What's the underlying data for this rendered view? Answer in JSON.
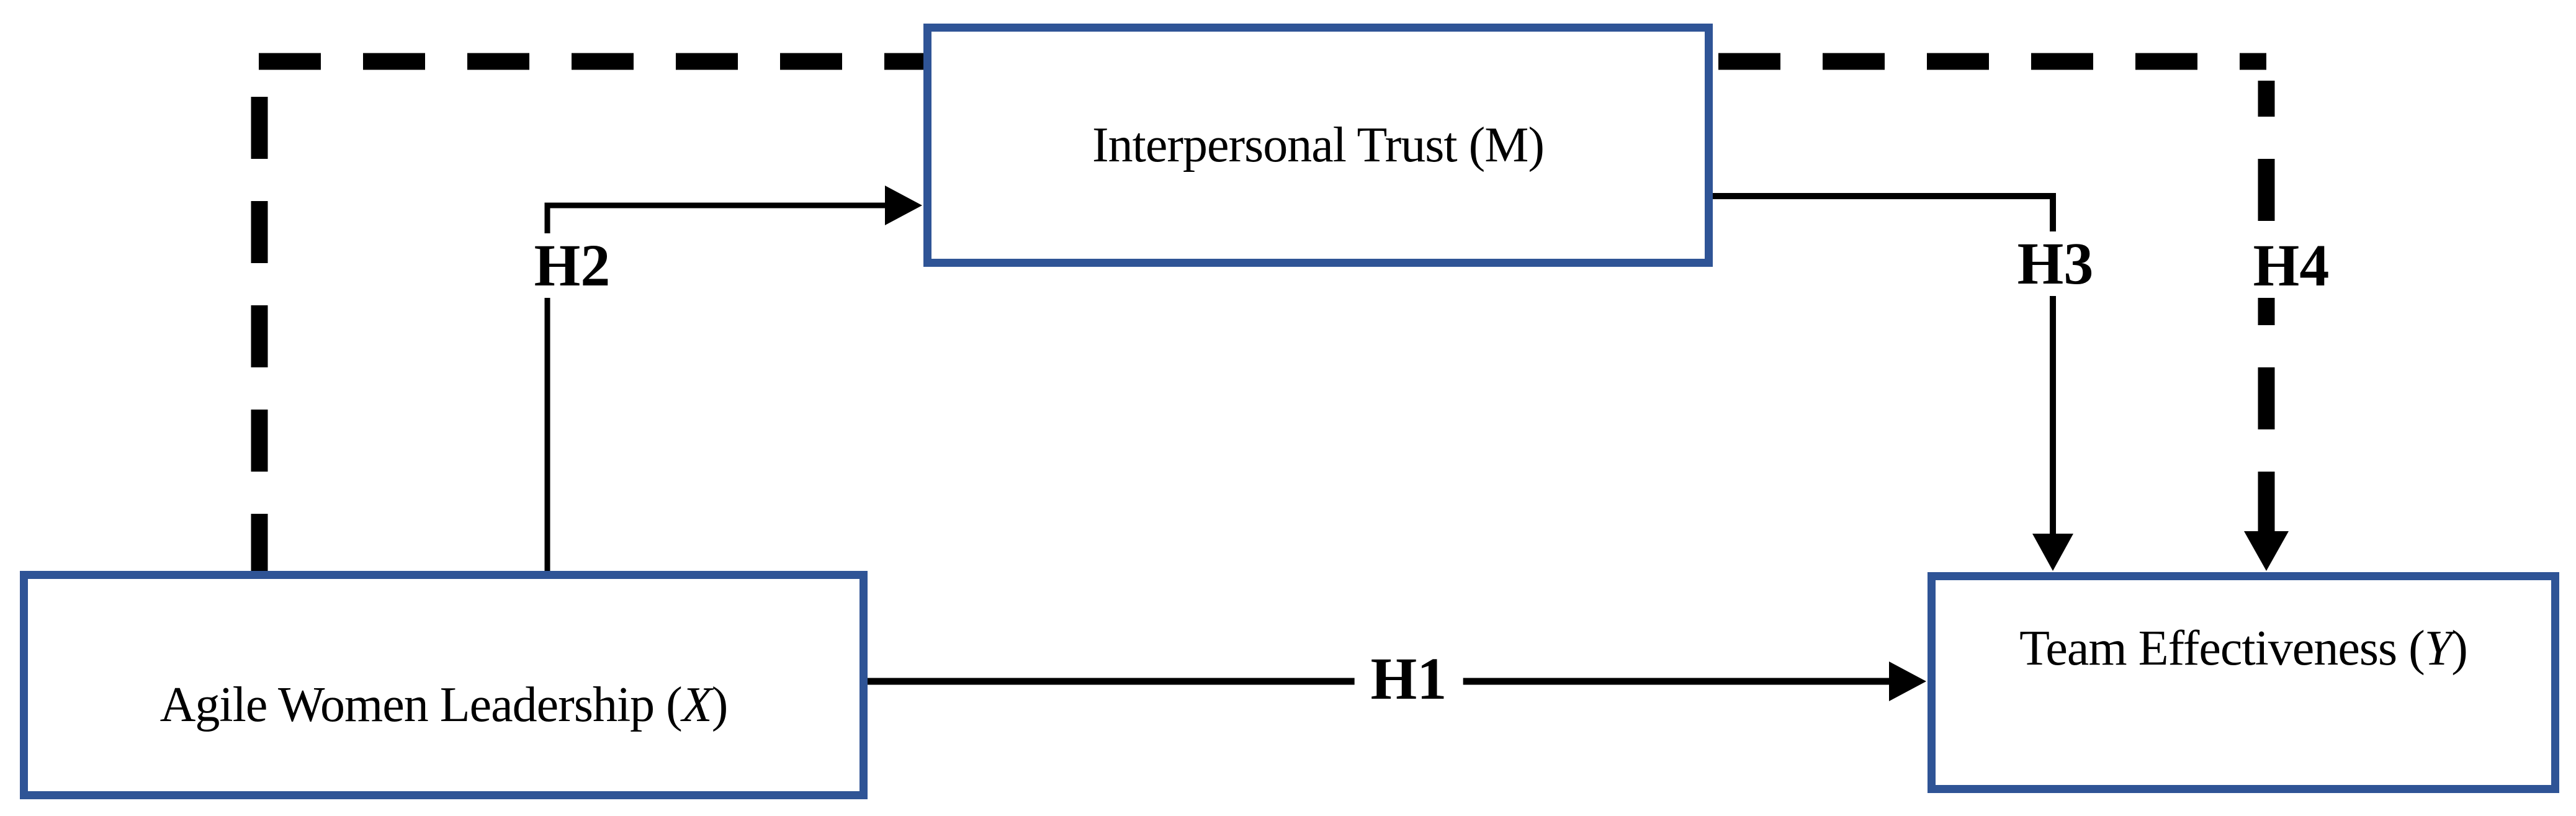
{
  "figure": {
    "kind": "mediation-model-diagram",
    "background": "#FFFFFF"
  },
  "boxes": {
    "mediator": {
      "text_before": "Interpersonal Trust (",
      "symbol": "M",
      "text_after": ")",
      "role": "mediator"
    },
    "independent": {
      "text_before": "Agile Women Leadership (",
      "symbol": "X",
      "text_after": ")",
      "role": "independent variable"
    },
    "dependent": {
      "text_before": "Team Effectiveness (",
      "symbol": "Y",
      "text_after": ")",
      "role": "dependent variable"
    }
  },
  "edges": [
    {
      "label": "H1",
      "from": "Agile Women Leadership (X)",
      "to": "Team Effectiveness (Y)",
      "style": "solid"
    },
    {
      "label": "H2",
      "from": "Agile Women Leadership (X)",
      "to": "Interpersonal Trust (M)",
      "style": "solid"
    },
    {
      "label": "H3",
      "from": "Interpersonal Trust (M)",
      "to": "Team Effectiveness (Y)",
      "style": "solid"
    },
    {
      "label": "H4",
      "from": "Agile Women Leadership (X)",
      "to": "Team Effectiveness (Y)",
      "style": "dashed"
    }
  ],
  "colors": {
    "box_border": "#2F5496",
    "line": "#000000",
    "text": "#000000",
    "background": "#FFFFFF"
  }
}
